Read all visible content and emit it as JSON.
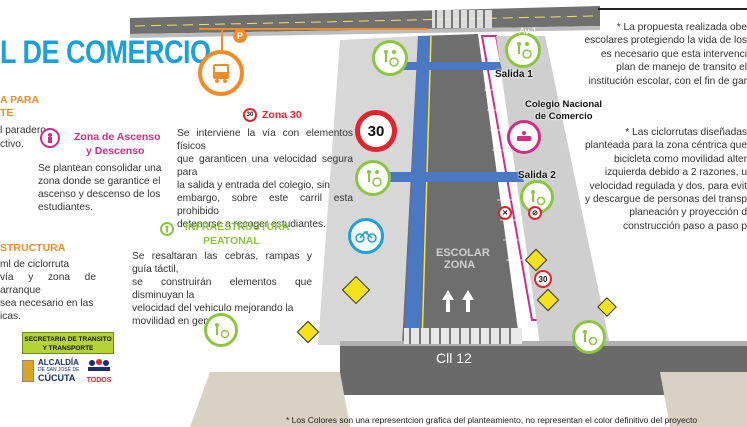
{
  "title": "L DE COMERCIO",
  "left_partial": {
    "line1": "A PARA",
    "line2": "TE",
    "text1": "l paradero",
    "text2": "ctivo."
  },
  "section_infra_partial": {
    "header": "STRUCTURA",
    "lines": [
      "ml de ciclorruta",
      "vía y zona de arranque",
      "sea necesario en las",
      "icas."
    ]
  },
  "zona_ascenso": {
    "header_line1": "Zona de Ascenso",
    "header_line2": "y Descenso",
    "lines": [
      "Se plantean consolidar una",
      "zona donde se garantice el",
      "ascenso y descenso de los",
      "estudiantes."
    ]
  },
  "zona30": {
    "icon_label": "30",
    "header": "Zona 30",
    "lines": [
      "Se interviene la vía con elementos físicos",
      "que garanticen una velocidad segura para",
      "la salida y entrada del colegio, sin",
      "embargo, sobre este carril esta prohibido",
      "detenerse a recoger estudiantes."
    ]
  },
  "peatonal": {
    "header_line1": "INFRAESTRUCTURA",
    "header_line2": "PEATONAL",
    "lines": [
      "Se resaltaran las cebras, rampas y guía táctil,",
      "se construirán elementos que disminuyan la",
      "velocidad del vehiculo mejorando la",
      "movilidad en general"
    ]
  },
  "map": {
    "street_top": "Av 1",
    "street_bottom": "Cll 12",
    "salida1": "Salida 1",
    "salida2": "Salida 2",
    "colegio_line1": "Colegio Nacional",
    "colegio_line2": "de Comercio",
    "escolar_line1": "ESCOLAR",
    "escolar_line2": "ZONA",
    "speed_sign": "30",
    "parking_sign": "P"
  },
  "right_text": {
    "p1": [
      "* La propuesta realizada obe",
      "escolares protegiendo la vida de los",
      "es necesario que esta intervenci",
      "plan de manejo de transito el",
      "institución escolar, con el fin de gar"
    ],
    "p2": [
      "* Las ciclorrutas diseñadas",
      "planteada para la zona céntrica que",
      "bicicleta como movilidad alter",
      "izquierda debido a 2 razones, u",
      "velocidad regulada y dos, para evit",
      "y descargue de personas del transp",
      "planeación y proyección d",
      "construcción paso a paso p"
    ]
  },
  "logos": {
    "secretaria_line1": "SECRETARIA DE TRANSITO",
    "secretaria_line2": "Y TRANSPORTE",
    "alcaldia_line1": "ALCALDÍA",
    "alcaldia_line2": "DE SAN JOSÉ DE",
    "alcaldia_line3": "CÚCUTA",
    "todos": "TODOS"
  },
  "footer_note": "* Los Colores son una representcion grafica del planteamiento, no representan el color definitivo del proyecto",
  "colors": {
    "title_blue": "#1aa1d8",
    "orange": "#f28c28",
    "magenta": "#d12c8a",
    "green": "#8cc63f",
    "red": "#e2242b",
    "cyan": "#1aa1d8",
    "bike_lane": "#4a78c2",
    "road": "#6e6e6e"
  }
}
